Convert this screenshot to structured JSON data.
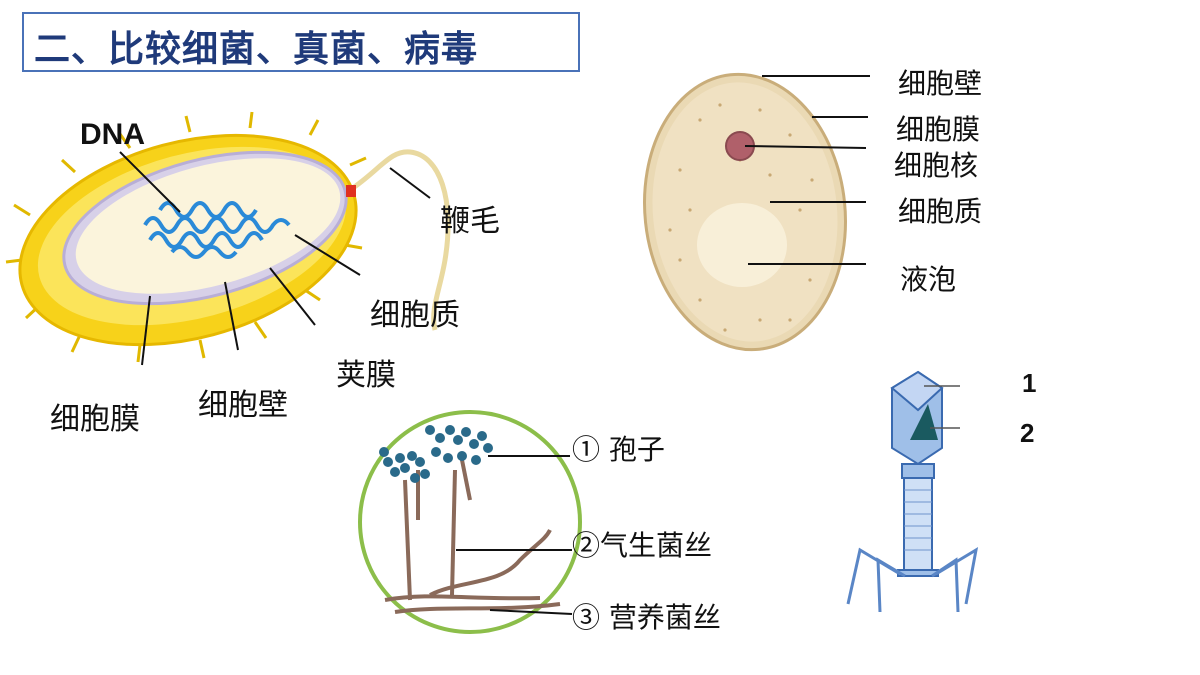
{
  "title": "二、比较细菌、真菌、病毒",
  "bacterium": {
    "labels": {
      "dna": "DNA",
      "flagellum": "鞭毛",
      "cytoplasm": "细胞质",
      "capsule": "荚膜",
      "cell_wall": "细胞壁",
      "cell_membrane": "细胞膜"
    }
  },
  "yeast": {
    "labels": {
      "cell_wall": "细胞壁",
      "cell_membrane": "细胞膜",
      "nucleus": "细胞核",
      "cytoplasm": "细胞质",
      "vacuole": "液泡"
    }
  },
  "mold": {
    "labels": {
      "spore": "① 孢子",
      "aerial_hyphae": "②气生菌丝",
      "vegetative_hyphae": "③ 营养菌丝"
    }
  },
  "virus": {
    "labels": {
      "part1": "1",
      "part2": "2"
    }
  }
}
